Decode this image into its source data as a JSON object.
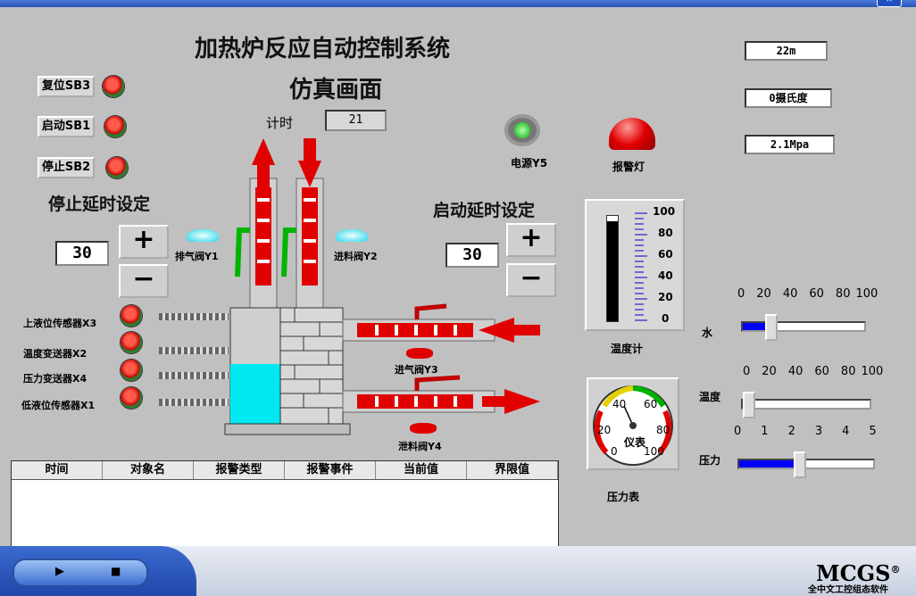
{
  "window": {
    "close_glyph": "✕"
  },
  "header": {
    "title_line1": "加热炉反应自动控制系统",
    "title_line2": "仿真画面"
  },
  "timer": {
    "label": "计时",
    "value": "21"
  },
  "controls": {
    "reset_label": "复位SB3",
    "start_label": "启动SB1",
    "stop_label": "停止SB2",
    "stop_delay_label": "停止延时设定",
    "stop_delay_value": "30",
    "start_delay_label": "启动延时设定",
    "start_delay_value": "30",
    "plus_glyph": "+",
    "minus_glyph": "−"
  },
  "valves": {
    "exhaust": "排气阀Y1",
    "feed": "进料阀Y2",
    "inlet": "进气阀Y3",
    "drain": "泄料阀Y4"
  },
  "sensors": [
    {
      "label": "上液位传感器X3"
    },
    {
      "label": "温度变送器X2"
    },
    {
      "label": "压力变送器X4"
    },
    {
      "label": "低液位传感器X1"
    }
  ],
  "indicators": {
    "power_label": "电源Y5",
    "alarm_label": "报警灯"
  },
  "readouts": {
    "time": "22m",
    "temperature": "0摄氏度",
    "pressure": "2.1Mpa"
  },
  "thermometer": {
    "label": "温度计",
    "ticks": [
      "100",
      "80",
      "60",
      "40",
      "20",
      "0"
    ],
    "level": 0.95
  },
  "gauge": {
    "label": "压力表",
    "ticks": [
      "40",
      "60",
      "20",
      "80",
      "0",
      "100"
    ],
    "center_text": "仪表"
  },
  "sliders": [
    {
      "label": "水",
      "ticks": [
        "0",
        "20",
        "40",
        "60",
        "80",
        "100"
      ],
      "value": 20,
      "max": 100
    },
    {
      "label": "温度",
      "ticks": [
        "0",
        "20",
        "40",
        "60",
        "80",
        "100"
      ],
      "value": 0,
      "max": 100
    },
    {
      "label": "压力",
      "ticks": [
        "0",
        "1",
        "2",
        "3",
        "4",
        "5"
      ],
      "value": 2.1,
      "max": 5
    }
  ],
  "alarm_table": {
    "columns": [
      "时间",
      "对象名",
      "报警类型",
      "报警事件",
      "当前值",
      "界限值"
    ]
  },
  "footer": {
    "play_glyph": "▶",
    "stop_glyph": "■",
    "brand": "MCGS",
    "registered": "®",
    "tagline": "全中文工控组态软件"
  },
  "colors": {
    "accent_red": "#e00000",
    "water": "#00e8f0",
    "slider_fill": "#0000ff"
  }
}
